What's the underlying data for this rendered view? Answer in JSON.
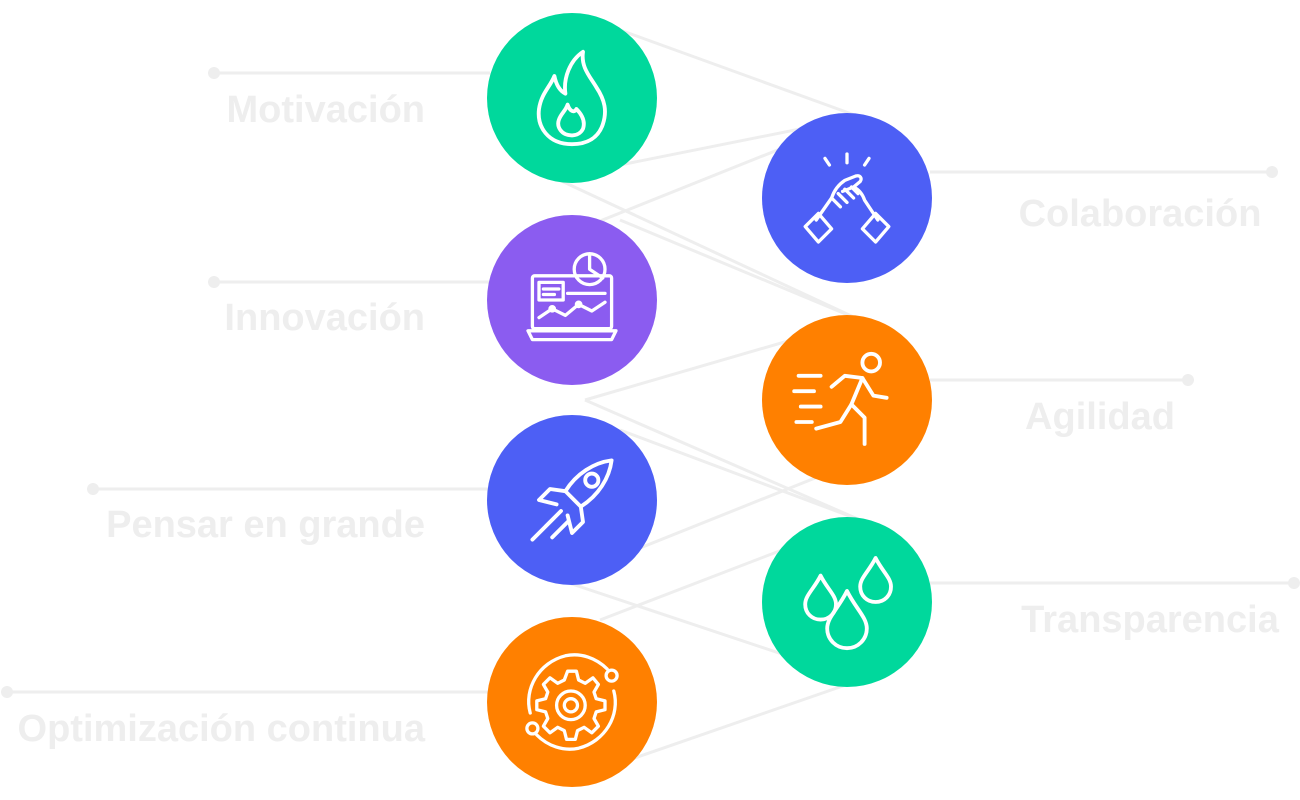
{
  "values": [
    {
      "key": "motivation",
      "label": "Motivación",
      "icon": "flame-icon",
      "color": "#00d89c"
    },
    {
      "key": "collaboration",
      "label": "Colaboración",
      "icon": "handshake-icon",
      "color": "#4d5ff5"
    },
    {
      "key": "innovation",
      "label": "Innovación",
      "icon": "analytics-laptop-icon",
      "color": "#8b5cf0"
    },
    {
      "key": "agility",
      "label": "Agilidad",
      "icon": "running-person-icon",
      "color": "#ff8000"
    },
    {
      "key": "think_big",
      "label": "Pensar en grande",
      "icon": "rocket-icon",
      "color": "#4d5ff5"
    },
    {
      "key": "transparency",
      "label": "Transparencia",
      "icon": "water-drops-icon",
      "color": "#00d89c"
    },
    {
      "key": "optimization",
      "label": "Optimización continua",
      "icon": "gear-orbit-icon",
      "color": "#ff8000"
    }
  ],
  "line_color": "#eeeeee"
}
